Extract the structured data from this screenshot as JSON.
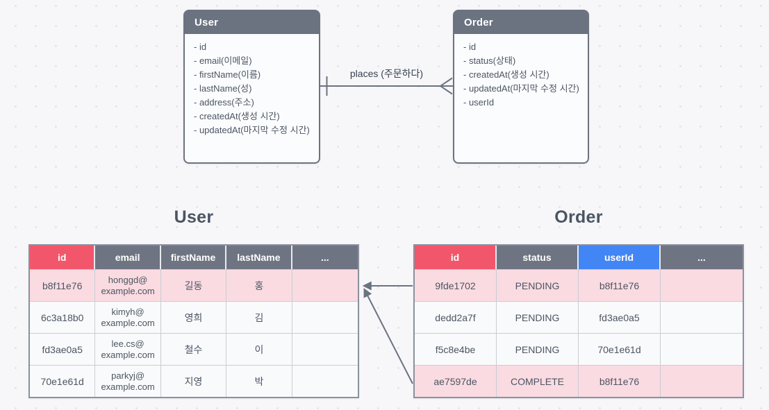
{
  "colors": {
    "accent_red": "#F2566B",
    "accent_blue": "#4285F4",
    "slate": "#6B7280",
    "row_highlight_pink": "#FADBE1",
    "background": "#F7F7F9"
  },
  "erd": {
    "user_entity": {
      "title": "User",
      "fields": [
        "- id",
        "- email(이메일)",
        "- firstName(이름)",
        "- lastName(성)",
        "- address(주소)",
        "- createdAt(생성 시간)",
        "- updatedAt(마지막 수정 시간)"
      ]
    },
    "order_entity": {
      "title": "Order",
      "fields": [
        "- id",
        "- status(상태)",
        "- createdAt(생성 시간)",
        "- updatedAt(마지막 수정 시간)",
        "- userId"
      ]
    },
    "relationship": {
      "label": "places (주문하다)",
      "user_cardinality": "one",
      "order_cardinality": "many"
    }
  },
  "tables": {
    "user": {
      "title": "User",
      "columns": [
        "id",
        "email",
        "firstName",
        "lastName",
        "..."
      ],
      "rows": [
        [
          "b8f11e76",
          "honggd@example.com",
          "길동",
          "홍",
          ""
        ],
        [
          "6c3a18b0",
          "kimyh@example.com",
          "영희",
          "김",
          ""
        ],
        [
          "fd3ae0a5",
          "lee.cs@example.com",
          "철수",
          "이",
          ""
        ],
        [
          "70e1e61d",
          "parkyj@example.com",
          "지영",
          "박",
          ""
        ]
      ],
      "highlighted_rows": [
        0
      ]
    },
    "order": {
      "title": "Order",
      "columns": [
        "id",
        "status",
        "userId",
        "..."
      ],
      "rows": [
        [
          "9fde1702",
          "PENDING",
          "b8f11e76",
          ""
        ],
        [
          "dedd2a7f",
          "PENDING",
          "fd3ae0a5",
          ""
        ],
        [
          "f5c8e4be",
          "PENDING",
          "70e1e61d",
          ""
        ],
        [
          "ae7597de",
          "COMPLETE",
          "b8f11e76",
          ""
        ]
      ],
      "highlighted_rows": [
        0,
        3
      ]
    },
    "row_links": [
      {
        "from": "order row 9fde1702",
        "to": "user row b8f11e76"
      },
      {
        "from": "order row ae7597de",
        "to": "user row b8f11e76"
      }
    ]
  }
}
